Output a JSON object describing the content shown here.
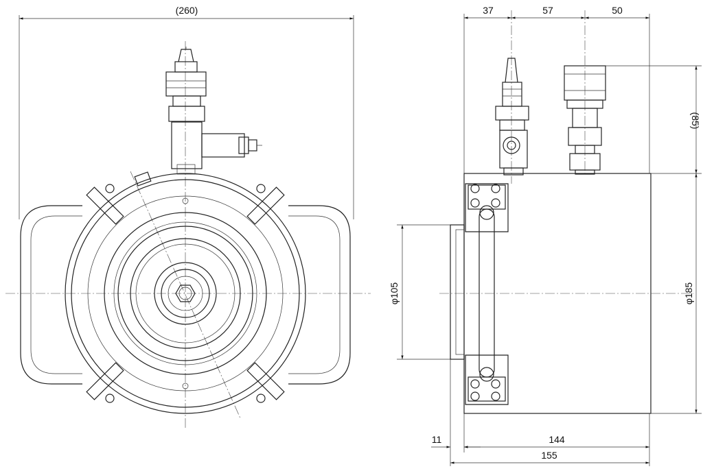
{
  "dimensions": {
    "front_width": "(260)",
    "fitting_spacing_1": "37",
    "fitting_spacing_2": "57",
    "fitting_spacing_3": "50",
    "fitting_height": "(85)",
    "bore_diameter": "φ105",
    "body_diameter": "φ185",
    "plunger_protrusion": "11",
    "body_length": "144",
    "overall_length": "155"
  }
}
